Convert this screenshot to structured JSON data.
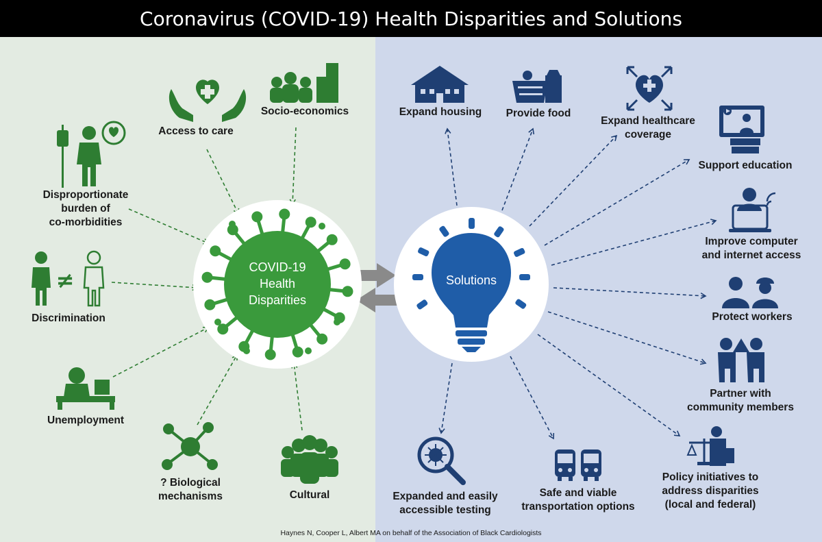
{
  "title": "Coronavirus (COVID-19) Health Disparities and Solutions",
  "disparities_hub": {
    "line1": "COVID-19",
    "line2": "Health",
    "line3": "Disparities"
  },
  "solutions_hub": {
    "label": "Solutions"
  },
  "disparities": {
    "access": "Access to care",
    "socio": "Socio-economics",
    "comorb": [
      "Disproportionate",
      "burden of",
      "co-morbidities"
    ],
    "discrimination": "Discrimination",
    "unemployment": "Unemployment",
    "biological": [
      "? Biological",
      "mechanisms"
    ],
    "cultural": "Cultural"
  },
  "solutions": {
    "housing": "Expand housing",
    "food": "Provide food",
    "healthcare": [
      "Expand healthcare",
      "coverage"
    ],
    "education": "Support education",
    "computer": [
      "Improve computer",
      "and internet access"
    ],
    "workers": "Protect workers",
    "partner": [
      "Partner with",
      "community members"
    ],
    "policy": [
      "Policy initiatives to",
      "address disparities",
      "(local and federal)"
    ],
    "transport": [
      "Safe and viable",
      "transportation options"
    ],
    "testing": [
      "Expanded and easily",
      "accessible testing"
    ]
  },
  "credit": "Haynes N, Cooper L, Albert MA on behalf of the Association of Black Cardiologists",
  "colors": {
    "green": "#3a9a3c",
    "dark_green": "#2e7d32",
    "blue": "#1f5da8",
    "navy": "#1f3f73",
    "arrow_gray": "#8a8a8a"
  }
}
